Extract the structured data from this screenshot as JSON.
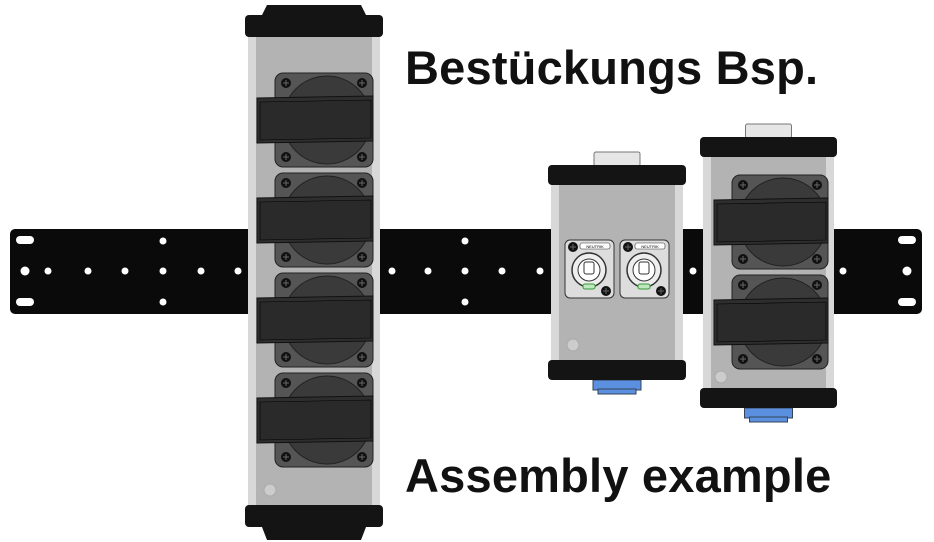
{
  "labels": {
    "german": "Bestückungs Bsp.",
    "english": "Assembly example"
  },
  "connector_brand": "NEUTRIK",
  "colors": {
    "rail": "#0a0a0a",
    "body": "#b3b3b3",
    "body_edge": "#d8d8d8",
    "cap": "#141414",
    "socket": "#3a3a3a",
    "plug_blue": "#5b8fe0",
    "plug_grey": "#e6e6e6"
  },
  "boxes": [
    {
      "name": "tall-box",
      "sockets": 4,
      "type": "schuko"
    },
    {
      "name": "mid-box",
      "sockets": 2,
      "type": "powercon"
    },
    {
      "name": "right-box",
      "sockets": 2,
      "type": "schuko"
    }
  ]
}
